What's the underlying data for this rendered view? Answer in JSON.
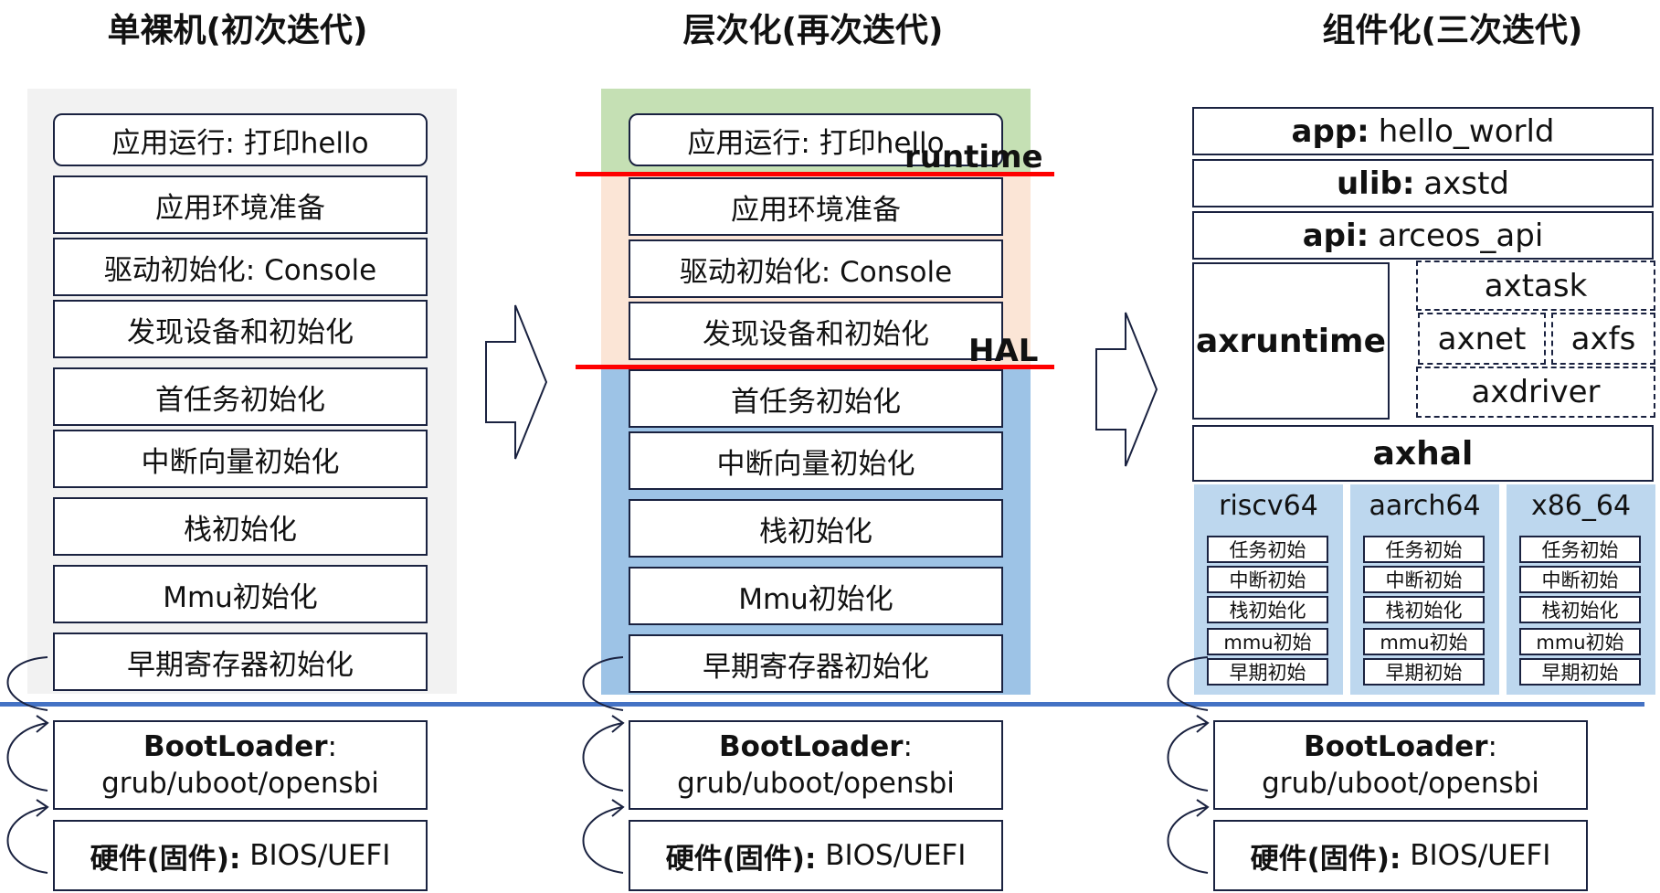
{
  "columns": [
    {
      "title": "单裸机(初次迭代)",
      "app": "应用运行: 打印hello",
      "layers": [
        "应用环境准备",
        "驱动初始化: Console",
        "发现设备和初始化",
        "首任务初始化",
        "中断向量初始化",
        "栈初始化",
        "Mmu初始化",
        "早期寄存器初始化"
      ]
    },
    {
      "title": "层次化(再次迭代)",
      "app": "应用运行: 打印hello",
      "layers": [
        "应用环境准备",
        "驱动初始化: Console",
        "发现设备和初始化",
        "首任务初始化",
        "中断向量初始化",
        "栈初始化",
        "Mmu初始化",
        "早期寄存器初始化"
      ],
      "runtime_label": "runtime",
      "hal_label": "HAL"
    },
    {
      "title": "组件化(三次迭代)"
    }
  ],
  "bootloader": {
    "bold": "BootLoader",
    "colon": ":",
    "text": "grub/uboot/opensbi"
  },
  "hardware": {
    "bold": "硬件(固件):",
    "text": "BIOS/UEFI"
  },
  "component": {
    "app": {
      "key": "app:",
      "value": "hello_world"
    },
    "ulib": {
      "key": "ulib:",
      "value": "axstd"
    },
    "api": {
      "key": "api:",
      "value": "arceos_api"
    },
    "axruntime": "axruntime",
    "axtask": "axtask",
    "axnet": "axnet",
    "axfs": "axfs",
    "axdriver": "axdriver",
    "axhal": "axhal",
    "archs": [
      {
        "name": "riscv64",
        "items": [
          "任务初始",
          "中断初始",
          "栈初始化",
          "mmu初始",
          "早期初始"
        ]
      },
      {
        "name": "aarch64",
        "items": [
          "任务初始",
          "中断初始",
          "栈初始化",
          "mmu初始",
          "早期初始"
        ]
      },
      {
        "name": "x86_64",
        "items": [
          "任务初始",
          "中断初始",
          "栈初始化",
          "mmu初始",
          "早期初始"
        ]
      }
    ]
  },
  "colors": {
    "panel_gray": "#f2f2f2",
    "runtime_green": "#c5e0b4",
    "hal_peach": "#fbe5d6",
    "hal_blue": "#9dc3e6",
    "arch_blue": "#bdd7ee",
    "red_line": "#ff0000",
    "blue_line": "#4472c4",
    "border": "#1a2240"
  }
}
